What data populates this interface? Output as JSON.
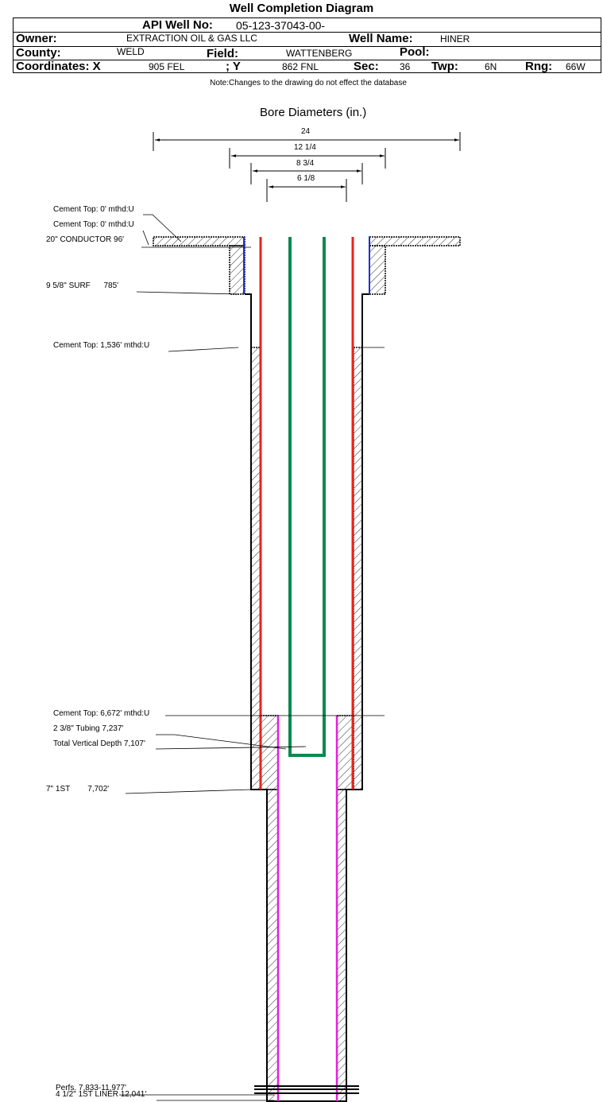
{
  "title": "Well Completion Diagram",
  "header": {
    "api_label": "API Well No:",
    "api_value": "05-123-37043-00-",
    "owner_label": "Owner:",
    "owner_value": "EXTRACTION OIL & GAS LLC",
    "well_name_label": "Well Name:",
    "well_name_value": "HINER",
    "county_label": "County:",
    "county_value": "WELD",
    "field_label": "Field:",
    "field_value": "WATTENBERG",
    "pool_label": "Pool:",
    "coord_x_label": "Coordinates: X",
    "coord_x_value": "905 FEL",
    "coord_y_label": "; Y",
    "coord_y_value": "862 FNL",
    "sec_label": "Sec:",
    "sec_value": "36",
    "twp_label": "Twp:",
    "twp_value": "6N",
    "rng_label": "Rng:",
    "rng_value": "66W"
  },
  "note": "Note:Changes to the drawing do not effect the database",
  "bore": {
    "title": "Bore Diameters (in.)",
    "dims": [
      "24",
      "12 1/4",
      "8 3/4",
      "6 1/8"
    ]
  },
  "annotations": {
    "cement_top_1": "Cement Top: 0' mthd:U",
    "cement_top_2": "Cement Top: 0' mthd:U",
    "conductor": "20\" CONDUCTOR  96'",
    "surf": "9 5/8\" SURF      785'",
    "cement_top_3": "Cement Top: 1,536' mthd:U",
    "cement_top_4": "Cement Top: 6,672' mthd:U",
    "tubing": "2 3/8\" Tubing 7,237'",
    "tvd": "Total Vertical Depth 7,107'",
    "first": "7\" 1ST        7,702'",
    "perfs": "Perfs. 7,833-11,977'",
    "liner": "4 1/2\" 1ST LINER  12,041'"
  },
  "colors": {
    "production": "#e8231b",
    "tubing": "#0b8a4f",
    "surface": "#1c2fd6",
    "liner": "#e81ce0",
    "casing_edge": "#0a9a0a"
  }
}
